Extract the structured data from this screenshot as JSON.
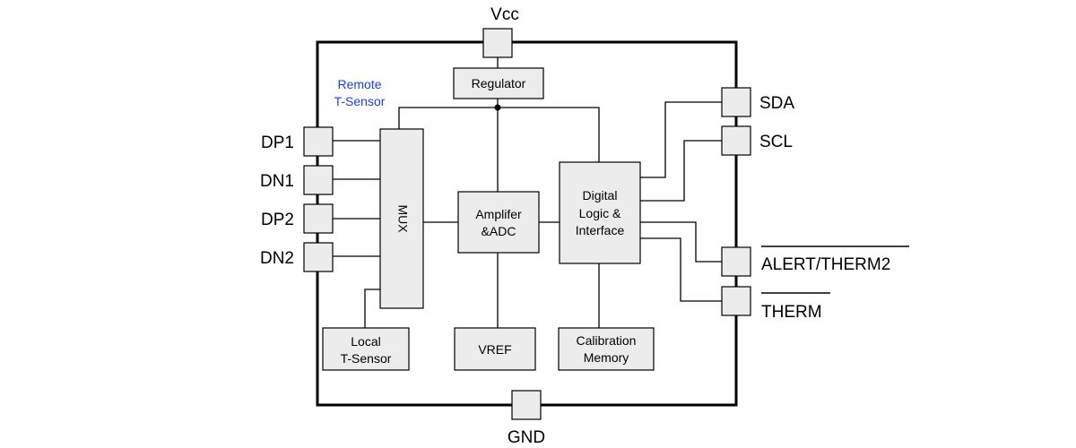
{
  "pins": {
    "vcc": "Vcc",
    "gnd": "GND",
    "dp1": "DP1",
    "dn1": "DN1",
    "dp2": "DP2",
    "dn2": "DN2",
    "sda": "SDA",
    "scl": "SCL",
    "alert": "ALERT/THERM2",
    "therm": "THERM"
  },
  "annotation": {
    "remote_line1": "Remote",
    "remote_line2": "T-Sensor"
  },
  "blocks": {
    "regulator": "Regulator",
    "mux": "MUX",
    "amplifier_line1": "Amplifer",
    "amplifier_line2": "&ADC",
    "digital_line1": "Digital",
    "digital_line2": "Logic &",
    "digital_line3": "Interface",
    "local_line1": "Local",
    "local_line2": "T-Sensor",
    "vref": "VREF",
    "calibration_line1": "Calibration",
    "calibration_line2": "Memory"
  },
  "colors": {
    "block_fill": "#ececec",
    "annotation": "#1a3ee8"
  }
}
